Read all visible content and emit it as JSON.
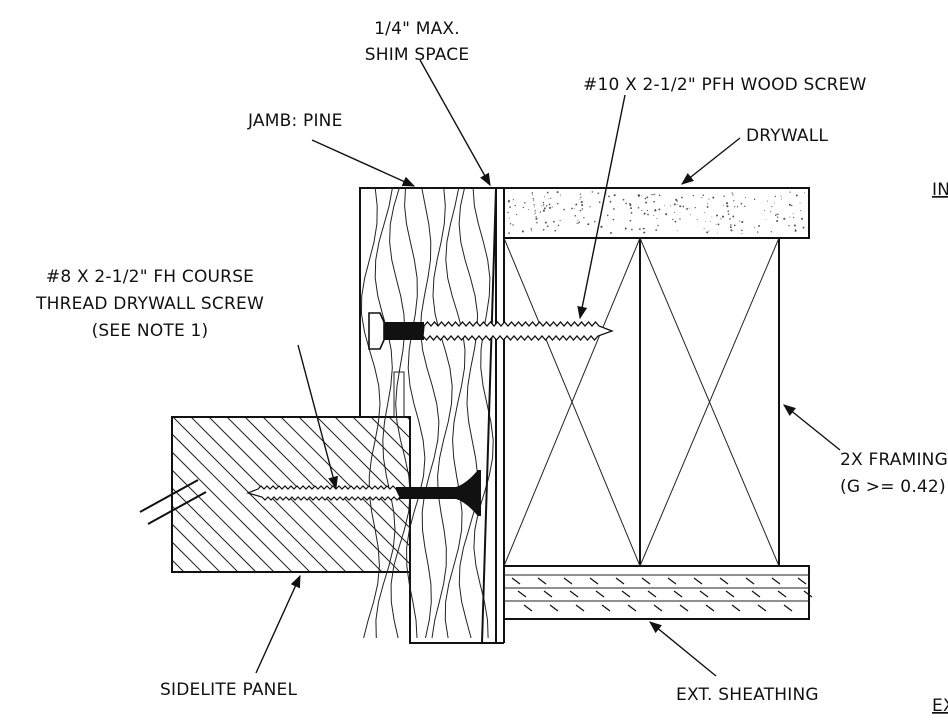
{
  "labels": {
    "shim_line1": "1/4\" MAX.",
    "shim_line2": "SHIM SPACE",
    "wood_screw": "#10 X 2-1/2\" PFH WOOD SCREW",
    "jamb": "JAMB: PINE",
    "drywall": "DRYWALL",
    "interior_cut": "IN",
    "drywall_screw_line1": "#8 X 2-1/2\" FH COURSE",
    "drywall_screw_line2": "THREAD DRYWALL SCREW",
    "drywall_screw_line3": "(SEE NOTE 1)",
    "framing_line1": "2X FRAMING",
    "framing_line2": "(G >= 0.42)",
    "sidelite": "SIDELITE PANEL",
    "sheathing": "EXT. SHEATHING",
    "exterior_cut": "EX"
  },
  "colors": {
    "line": "#111111",
    "background": "#ffffff"
  }
}
